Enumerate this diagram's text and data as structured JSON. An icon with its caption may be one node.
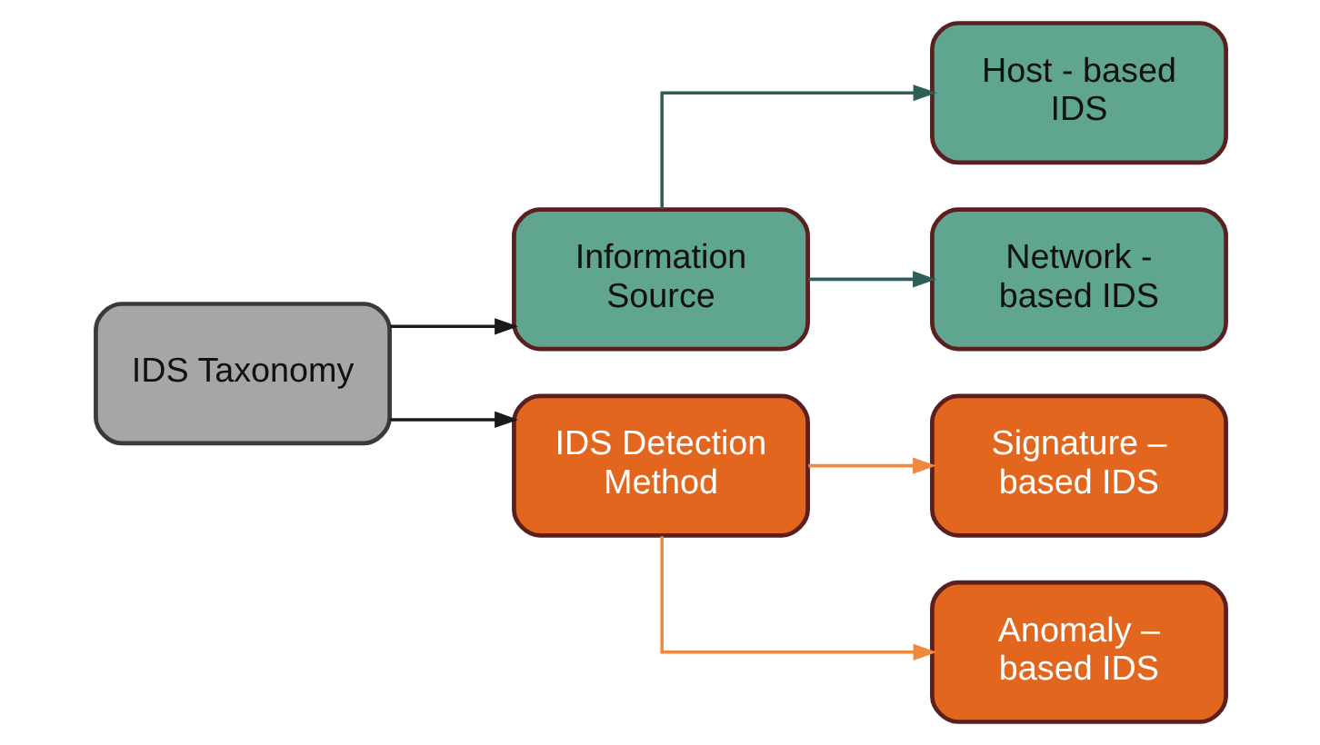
{
  "diagram": {
    "nodes": [
      {
        "text": [
          "IDS Taxonomy"
        ]
      },
      {
        "text": [
          "Information Source"
        ]
      },
      {
        "text": [
          "IDS Detection Method"
        ]
      },
      {
        "text": [
          "Host - based IDS"
        ]
      },
      {
        "text": [
          "Network - based IDS"
        ]
      },
      {
        "text": [
          "Signature – based IDS"
        ]
      },
      {
        "text": [
          "Anomaly – based IDS"
        ]
      }
    ],
    "edges": [
      {
        "from": 0,
        "to": 1,
        "arrow": "to"
      },
      {
        "from": 0,
        "to": 2,
        "arrow": "to"
      },
      {
        "from": 1,
        "to": 3,
        "arrow": "to",
        "color": "#2f5d57"
      },
      {
        "from": 1,
        "to": 4,
        "arrow": "to",
        "color": "#2f5d57"
      },
      {
        "from": 2,
        "to": 5,
        "arrow": "to",
        "color": "#f0883e"
      },
      {
        "from": 2,
        "to": 6,
        "arrow": "to",
        "color": "#f0883e"
      }
    ]
  }
}
